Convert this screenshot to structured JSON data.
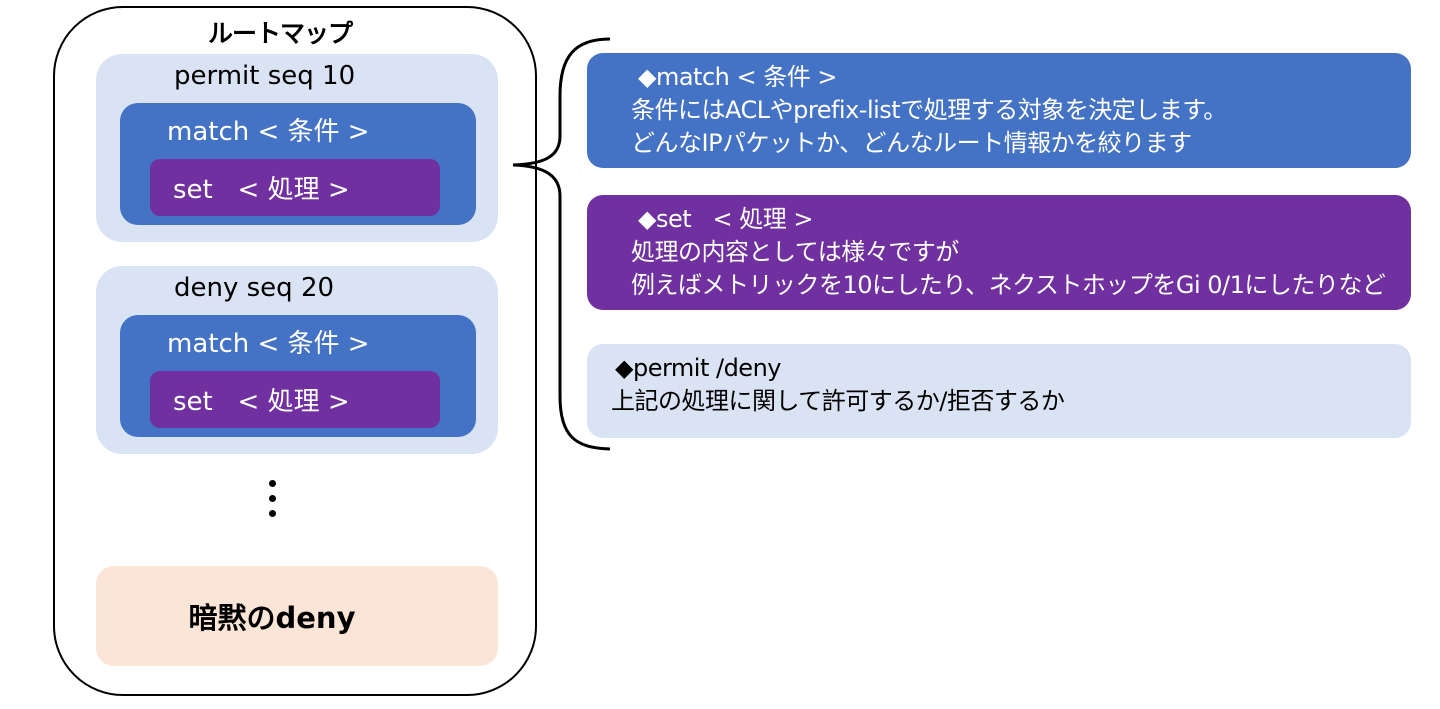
{
  "route_map": {
    "title": "ルートマップ",
    "entries": [
      {
        "seq_label": "permit  seq 10",
        "match_label": "match < 条件 >",
        "set_label": "set   < 処理 >"
      },
      {
        "seq_label": "deny  seq 20",
        "match_label": "match < 条件 >",
        "set_label": "set   < 処理 >"
      }
    ],
    "implicit_deny_label": "暗黙のdeny"
  },
  "descriptions": {
    "match": {
      "heading": "◆match < 条件 >",
      "lines": [
        "条件にはACLやprefix-listで処理する対象を決定します。",
        "どんなIPパケットか、どんなルート情報かを絞ります"
      ]
    },
    "set": {
      "heading": "◆set   < 処理 >",
      "lines": [
        "処理の内容としては様々ですが",
        "例えばメトリックを10にしたり、ネクストホップをGi 0/1にしたりなど"
      ]
    },
    "permit_deny": {
      "heading": "◆permit /deny",
      "lines": [
        "上記の処理に関して許可するか/拒否するか"
      ]
    }
  },
  "colors": {
    "seq_box": "#dae3f3",
    "match": "#4472c4",
    "set": "#7030a0",
    "implicit_deny": "#fbe5d6"
  }
}
